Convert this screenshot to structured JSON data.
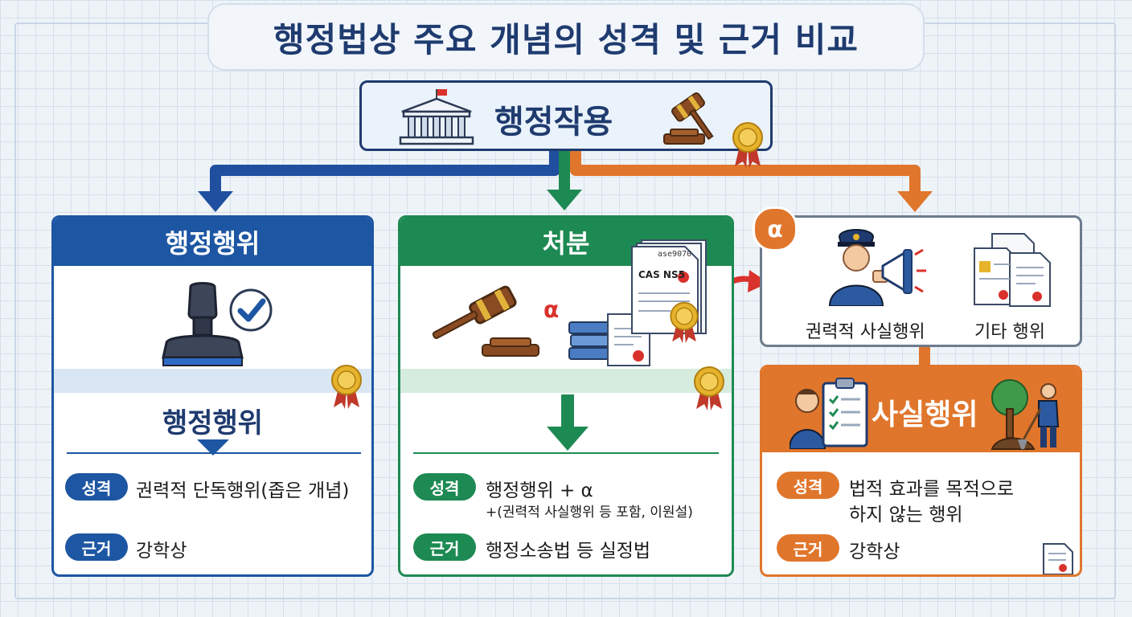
{
  "title": "행정법상 주요 개념의 성격 및 근거 비교",
  "top": {
    "label": "행정작용"
  },
  "colors": {
    "blue": "#1d56a3",
    "green": "#1e8a53",
    "orange": "#e0762c",
    "navy": "#1f3b6f"
  },
  "cards": {
    "admin_act": {
      "header": "행정행위",
      "subtitle": "행정행위",
      "character_tag": "성격",
      "character_text": "권력적 단독행위(좁은 개념)",
      "basis_tag": "근거",
      "basis_text": "강학상"
    },
    "disposition": {
      "header": "처분",
      "alpha": "α",
      "doc_code_top": "ase9070",
      "doc_code_main": "CAS NS5",
      "character_tag": "성격",
      "character_text": "행정행위 + α",
      "character_note": "+(권력적 사실행위 등 포함, 이원설)",
      "basis_tag": "근거",
      "basis_text": "행정소송법 등 실정법"
    },
    "alpha_box": {
      "badge": "α",
      "item1": "권력적 사실행위",
      "item2": "기타 행위"
    },
    "factual_act": {
      "header": "사실행위",
      "character_tag": "성격",
      "character_line1": "법적 효과를 목적으로",
      "character_line2": "하지 않는 행위",
      "basis_tag": "근거",
      "basis_text": "강학상"
    }
  },
  "icons": [
    "building-icon",
    "gavel-icon",
    "seal-icon",
    "stamp-icon",
    "checkmark-icon",
    "document-icon",
    "books-icon",
    "police-megaphone-icon",
    "clipboard-person-icon",
    "tree-planting-icon"
  ]
}
